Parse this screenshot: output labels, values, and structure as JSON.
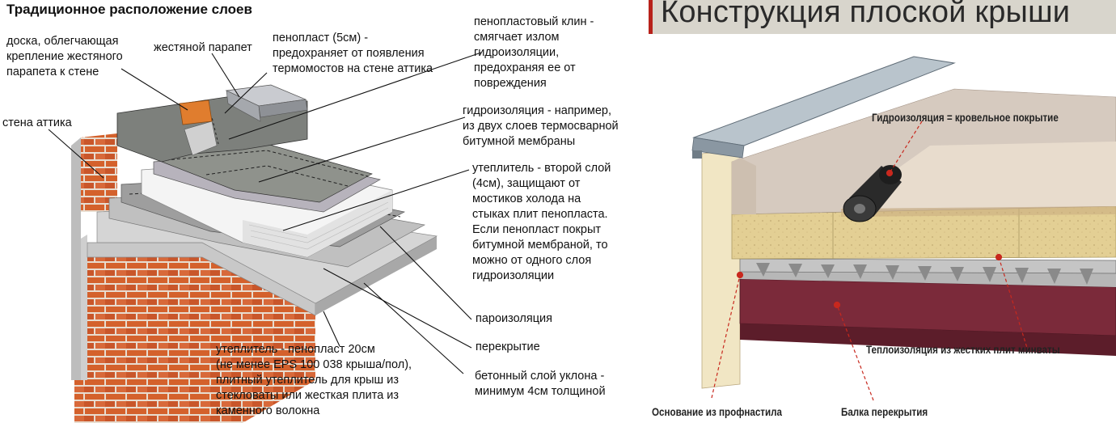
{
  "left": {
    "header": "Традиционное расположение слоев",
    "labels": {
      "board": "доска, облегчающая\nкрепление жестяного\nпарапета к стене",
      "parapet": "жестяной парапет",
      "foam5": "пенопласт (5см) -\nпредохраняет от появления\nтермомостов на стене аттика",
      "wedge": "пенопластовый клин -\nсмягчает излом\nгидроизоляции,\nпредохраняя ее от\nповреждения",
      "attic_wall": "стена аттика",
      "waterproof": "гидроизоляция - например,\nиз двух слоев термосварной\nбитумной мембраны",
      "insul2": "утеплитель - второй слой\n(4см), защищают от\nмостиков холода на\nстыках плит пенопласта.\nЕсли пенопласт покрыт\nбитумной мембраной, то\nможно от одного слоя\nгидроизоляции",
      "vapor": "пароизоляция",
      "slab": "перекрытие",
      "concrete": "бетонный слой уклона -\nминимум 4см толщиной",
      "insul20": "утеплитель - пенопласт 20см\n(не менее EPS 100 038 крыша/пол),\nплитный утеплитель для крыш из\nстекловаты или жесткая плита из\nкаменного волокна"
    }
  },
  "right": {
    "title": "Конструкция плоской крыши",
    "labels": {
      "waterproof_roof": "Гидроизоляция = кровельное покрытие",
      "thermal": "Теплоизоляция из жестких плит минваты",
      "base": "Основание из профнастила",
      "beam": "Балка перекрытия"
    },
    "colors": {
      "marker": "#c8281e",
      "title_accent": "#b8221b"
    }
  }
}
